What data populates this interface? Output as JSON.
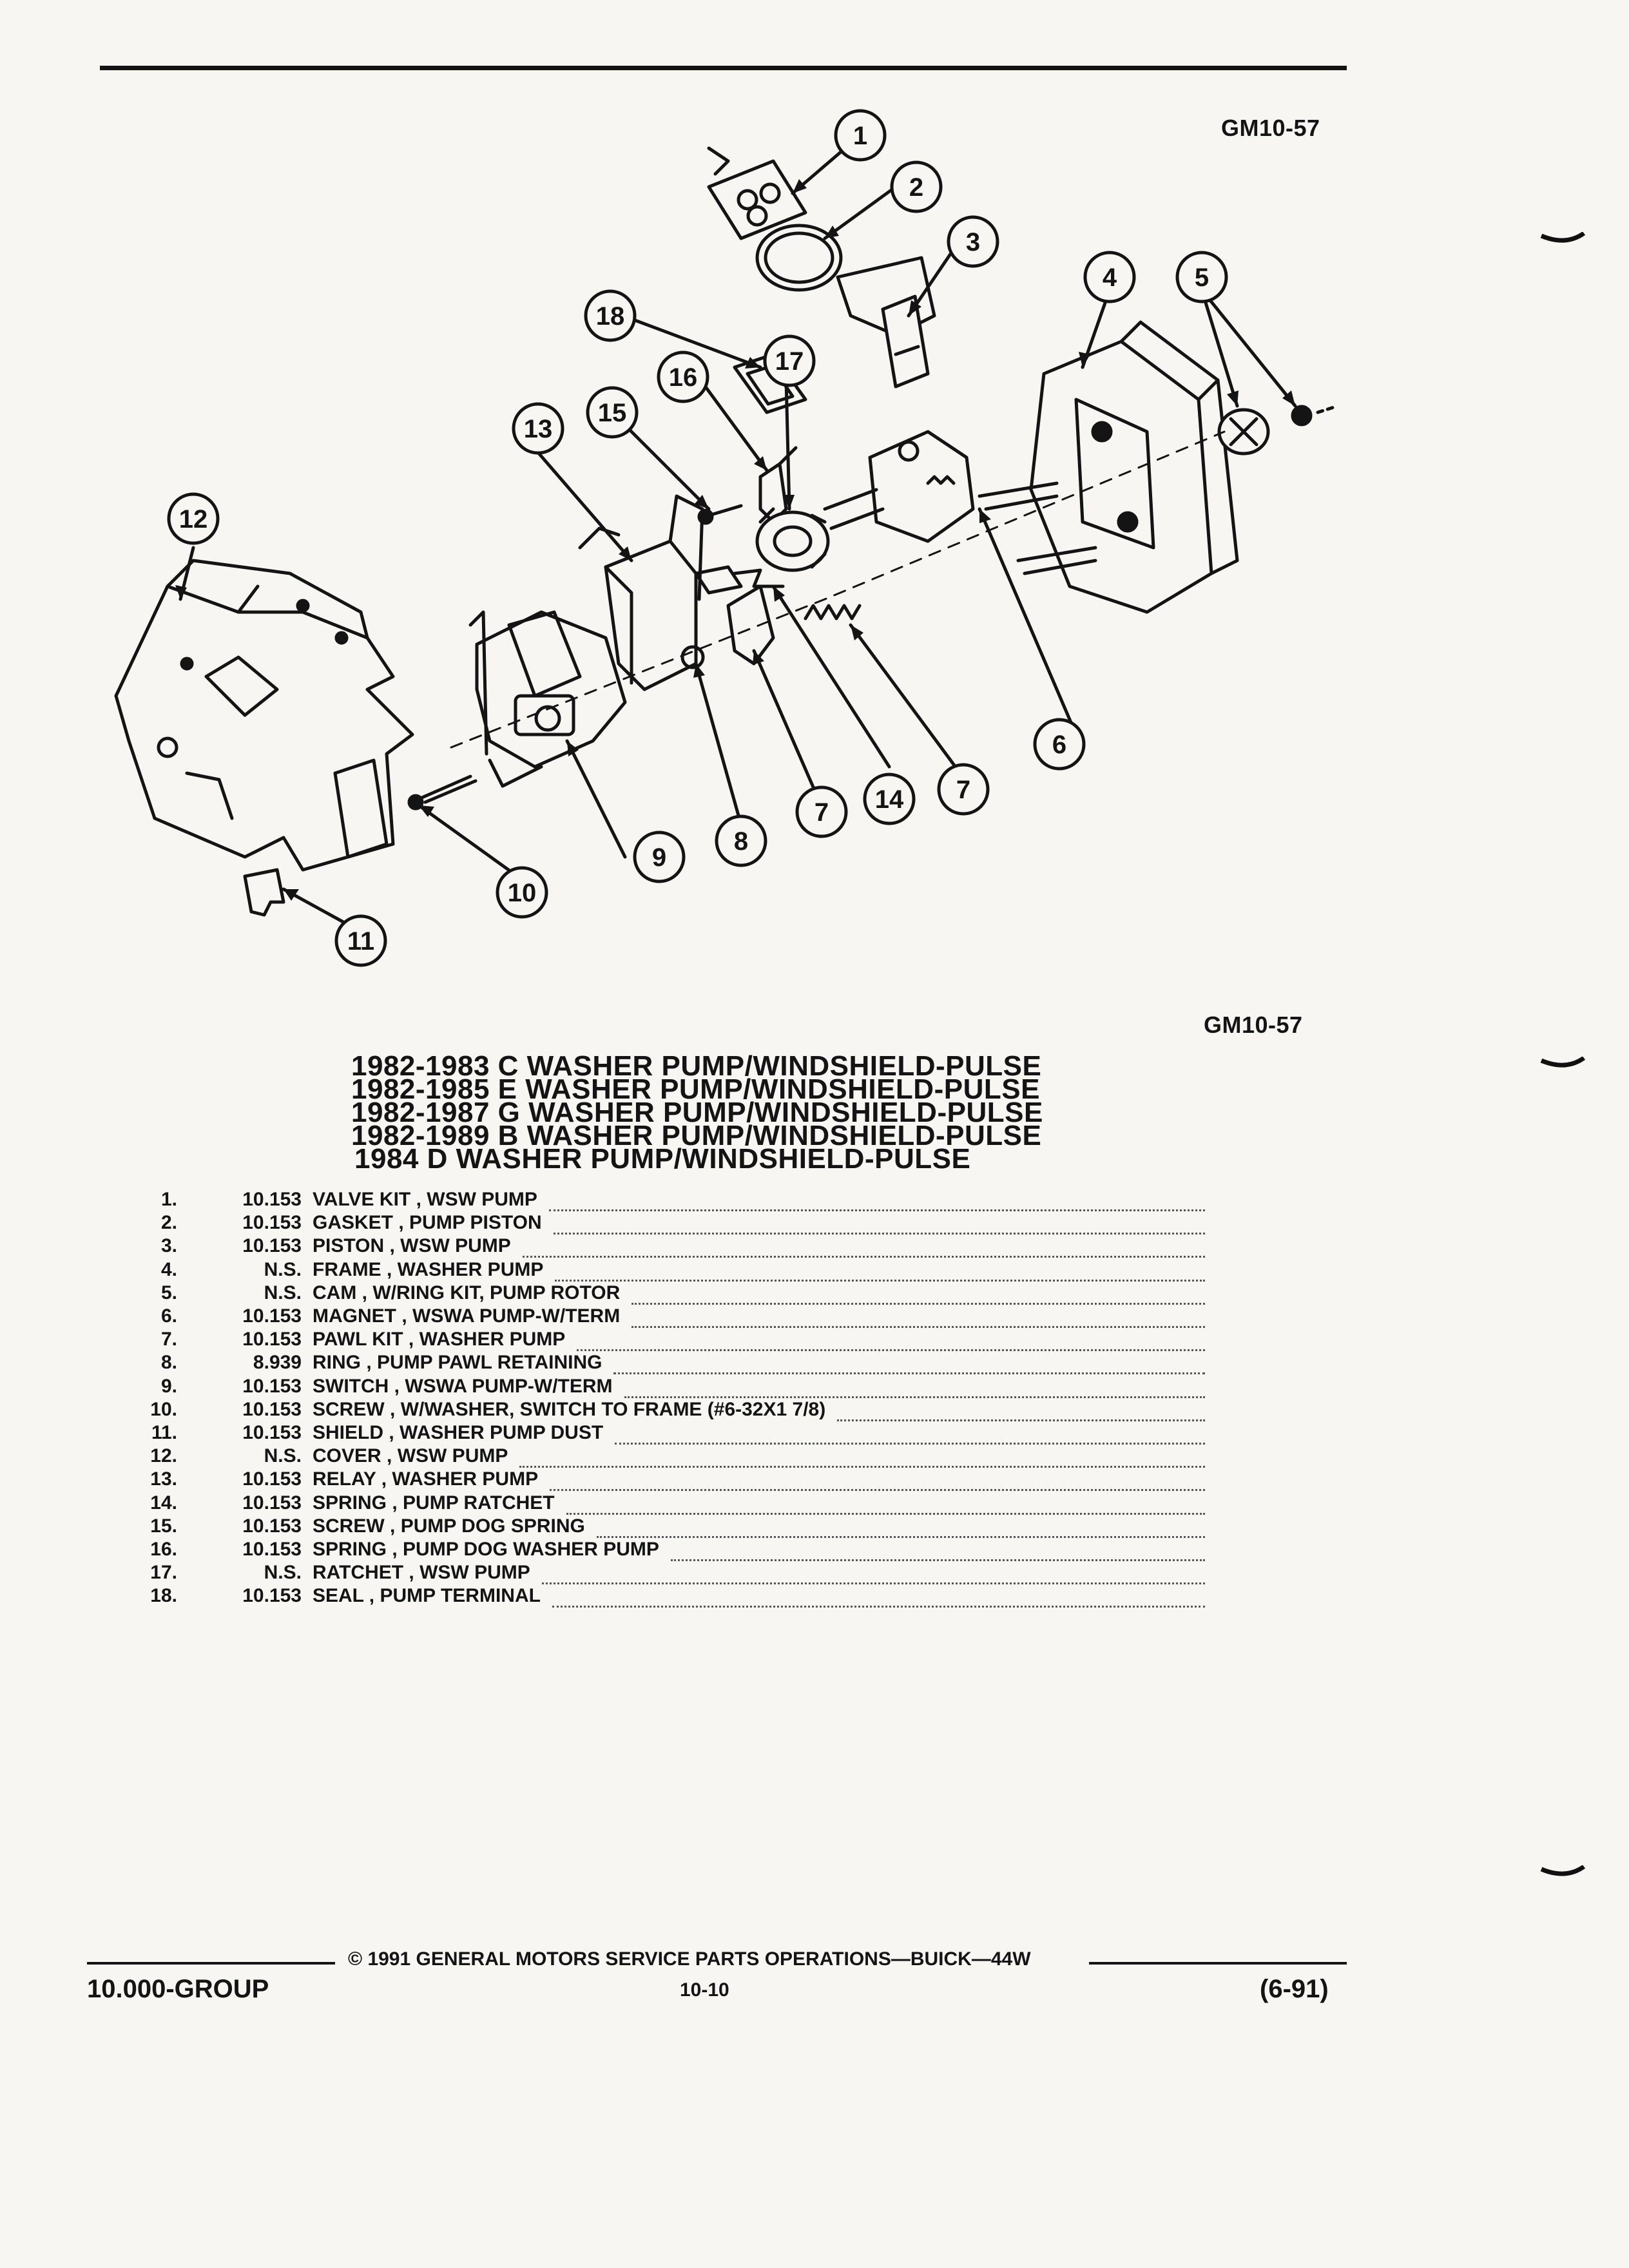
{
  "figure_id_top": "GM10-57",
  "figure_id_bottom": "GM10-57",
  "diagram": {
    "callouts": [
      "1",
      "2",
      "3",
      "4",
      "5",
      "6",
      "7",
      "8",
      "9",
      "10",
      "11",
      "12",
      "13",
      "14",
      "15",
      "16",
      "17",
      "18"
    ],
    "callout_extra": [
      "7"
    ]
  },
  "title_lines": [
    "1982-1983 C WASHER PUMP/WINDSHIELD-PULSE",
    "1982-1985 E WASHER PUMP/WINDSHIELD-PULSE",
    "1982-1987 G WASHER PUMP/WINDSHIELD-PULSE",
    "1982-1989 B WASHER PUMP/WINDSHIELD-PULSE",
    "1984 D WASHER PUMP/WINDSHIELD-PULSE"
  ],
  "parts": [
    {
      "num": "1.",
      "code": "10.153",
      "name": "VALVE KIT",
      "detail": "WSW PUMP"
    },
    {
      "num": "2.",
      "code": "10.153",
      "name": "GASKET",
      "detail": "PUMP PISTON"
    },
    {
      "num": "3.",
      "code": "10.153",
      "name": "PISTON",
      "detail": "WSW PUMP"
    },
    {
      "num": "4.",
      "code": "N.S.",
      "name": "FRAME",
      "detail": "WASHER PUMP"
    },
    {
      "num": "5.",
      "code": "N.S.",
      "name": "CAM",
      "detail": "W/RING KIT, PUMP ROTOR"
    },
    {
      "num": "6.",
      "code": "10.153",
      "name": "MAGNET",
      "detail": "WSWA PUMP-W/TERM"
    },
    {
      "num": "7.",
      "code": "10.153",
      "name": "PAWL KIT",
      "detail": "WASHER PUMP"
    },
    {
      "num": "8.",
      "code": "8.939",
      "name": "RING",
      "detail": "PUMP PAWL RETAINING"
    },
    {
      "num": "9.",
      "code": "10.153",
      "name": "SWITCH",
      "detail": "WSWA PUMP-W/TERM"
    },
    {
      "num": "10.",
      "code": "10.153",
      "name": "SCREW",
      "detail": "W/WASHER, SWITCH TO FRAME (#6-32X1 7/8)"
    },
    {
      "num": "11.",
      "code": "10.153",
      "name": "SHIELD",
      "detail": "WASHER PUMP DUST"
    },
    {
      "num": "12.",
      "code": "N.S.",
      "name": "COVER",
      "detail": "WSW PUMP"
    },
    {
      "num": "13.",
      "code": "10.153",
      "name": "RELAY",
      "detail": "WASHER PUMP"
    },
    {
      "num": "14.",
      "code": "10.153",
      "name": "SPRING",
      "detail": "PUMP RATCHET"
    },
    {
      "num": "15.",
      "code": "10.153",
      "name": "SCREW",
      "detail": "PUMP DOG SPRING"
    },
    {
      "num": "16.",
      "code": "10.153",
      "name": "SPRING",
      "detail": "PUMP DOG WASHER PUMP"
    },
    {
      "num": "17.",
      "code": "N.S.",
      "name": "RATCHET",
      "detail": "WSW PUMP"
    },
    {
      "num": "18.",
      "code": "10.153",
      "name": "SEAL",
      "detail": "PUMP TERMINAL"
    }
  ],
  "footer": {
    "copyright": "© 1991 GENERAL MOTORS SERVICE PARTS OPERATIONS—BUICK—44W",
    "group": "10.000-GROUP",
    "page": "10-10",
    "date": "(6-91)"
  }
}
